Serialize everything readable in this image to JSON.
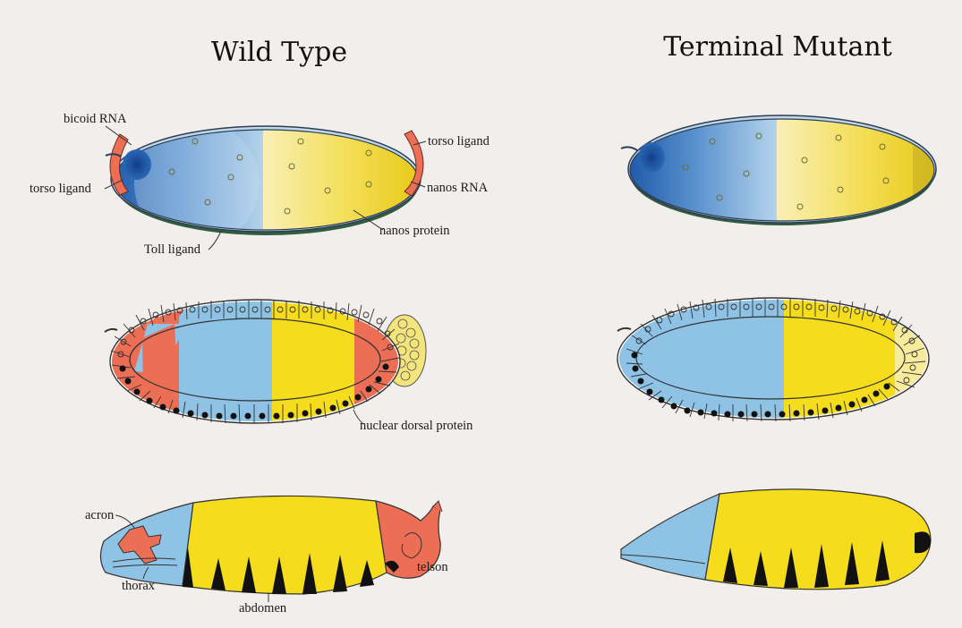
{
  "titles": {
    "wild_type": "Wild Type",
    "terminal_mutant": "Terminal Mutant"
  },
  "labels": {
    "bicoid_rna": "bicoid RNA",
    "torso_ligand_left": "torso ligand",
    "torso_ligand_right": "torso ligand",
    "nanos_rna": "nanos RNA",
    "nanos_protein": "nanos protein",
    "toll_ligand": "Toll ligand",
    "nuclear_dorsal_protein": "nuclear dorsal protein",
    "acron": "acron",
    "thorax": "thorax",
    "abdomen": "abdomen",
    "telson": "telson"
  },
  "colors": {
    "background": "#f1eeec",
    "blue_dark": "#1f5fae",
    "blue_light": "#a9cde6",
    "blue_cells": "#8ec3e6",
    "yellow": "#f5dd1e",
    "yellow_light": "#f6ec9c",
    "red": "#ec6f55",
    "green": "#2f5d3e",
    "black": "#111111"
  }
}
